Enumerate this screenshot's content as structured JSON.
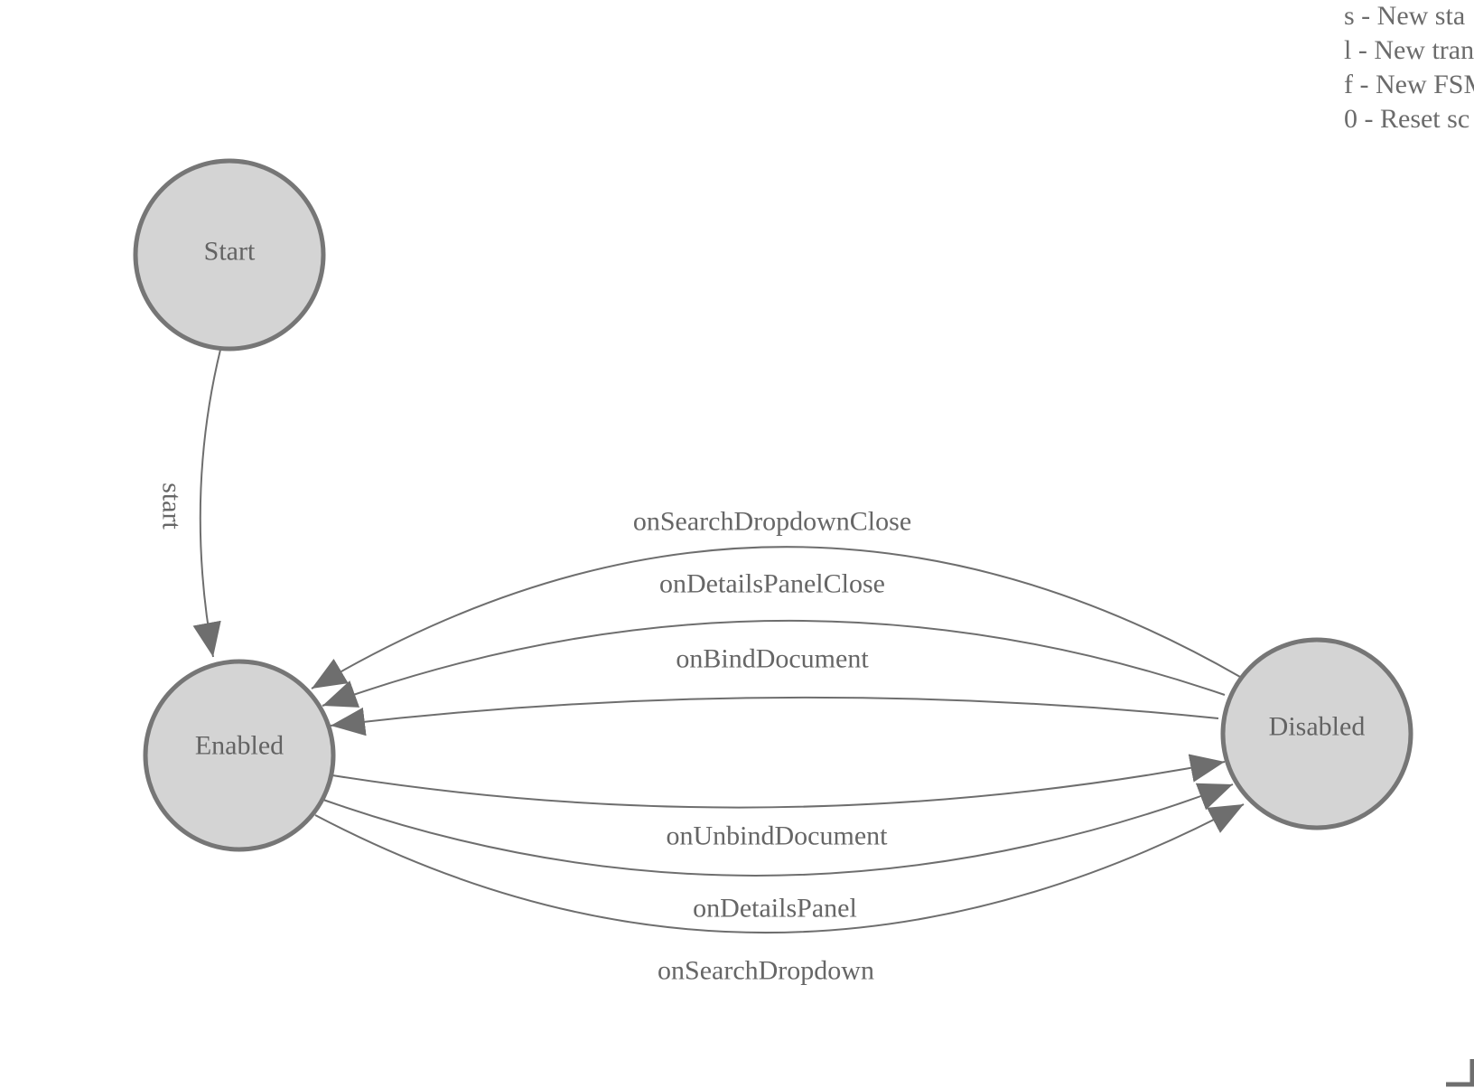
{
  "legend": {
    "lines": [
      "s - New sta",
      "l - New tran",
      "f - New FSM",
      "0 - Reset sc"
    ]
  },
  "states": {
    "start": {
      "label": "Start"
    },
    "enabled": {
      "label": "Enabled"
    },
    "disabled": {
      "label": "Disabled"
    }
  },
  "transitions": {
    "start": {
      "label": "start",
      "from": "Start",
      "to": "Enabled"
    },
    "onSearchDropdownClose": {
      "label": "onSearchDropdownClose",
      "from": "Disabled",
      "to": "Enabled"
    },
    "onDetailsPanelClose": {
      "label": "onDetailsPanelClose",
      "from": "Disabled",
      "to": "Enabled"
    },
    "onBindDocument": {
      "label": "onBindDocument",
      "from": "Disabled",
      "to": "Enabled"
    },
    "onUnbindDocument": {
      "label": "onUnbindDocument",
      "from": "Enabled",
      "to": "Disabled"
    },
    "onDetailsPanel": {
      "label": "onDetailsPanel",
      "from": "Enabled",
      "to": "Disabled"
    },
    "onSearchDropdown": {
      "label": "onSearchDropdown",
      "from": "Enabled",
      "to": "Disabled"
    }
  },
  "colors": {
    "background": "#ffffff",
    "state_fill": "#d4d4d4",
    "state_stroke": "#767676",
    "edge_stroke": "#6e6e6e",
    "arrowhead": "#6e6e6e",
    "label_text": "#666666",
    "legend_text": "#6b6b6b"
  }
}
